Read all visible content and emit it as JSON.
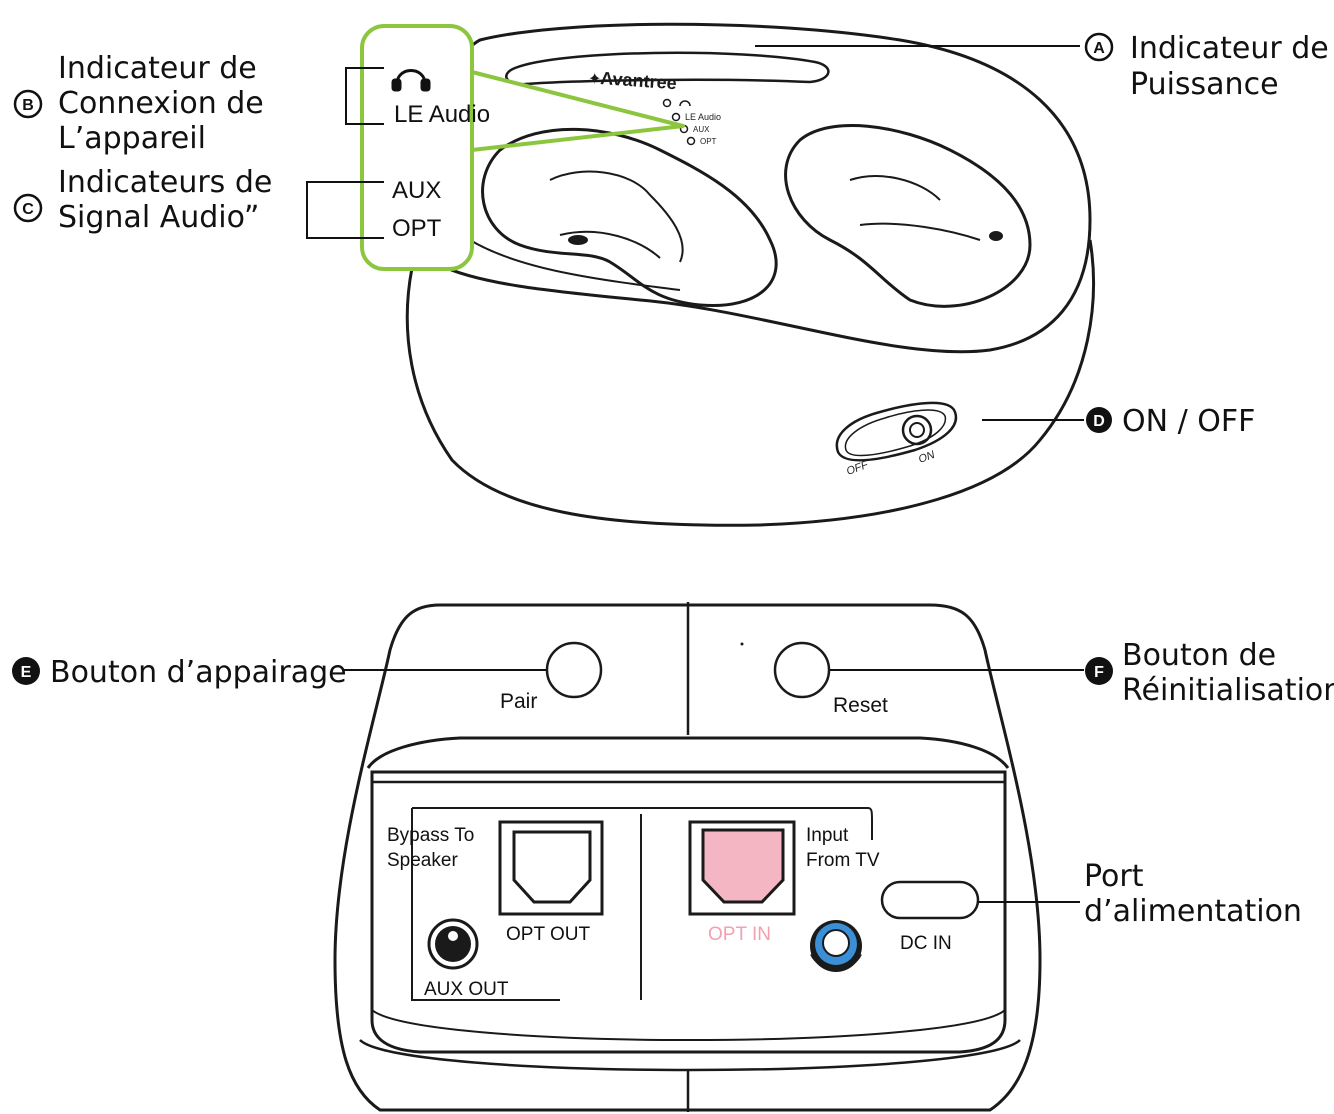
{
  "brand": "Avantree",
  "accent_color": "#8cc63f",
  "opt_in_color": "#f4b6c2",
  "jack_ring_color": "#3a8fd6",
  "callouts": {
    "a": {
      "badge": "A",
      "line1": "Indicateur de",
      "line2": "Puissance"
    },
    "b": {
      "badge": "B",
      "line1": "Indicateur de",
      "line2": "Connexion de",
      "line3": "L’appareil"
    },
    "c": {
      "badge": "C",
      "line1": "Indicateurs de",
      "line2": "Signal Audio”"
    },
    "d": {
      "badge": "D",
      "line1": "ON / OFF"
    },
    "e": {
      "badge": "E",
      "line1": "Bouton d’appairage"
    },
    "f": {
      "badge": "F",
      "line1": "Bouton de",
      "line2": "Réinitialisation"
    },
    "g": {
      "line1": "Port",
      "line2": "d’alimentation"
    }
  },
  "indicator_panel": {
    "headphone_icon": "headphone-icon",
    "le_audio": "LE Audio",
    "aux": "AUX",
    "opt": "OPT"
  },
  "device_top": {
    "led_labels": [
      "LE Audio",
      "AUX",
      "OPT"
    ],
    "switch_off": "OFF",
    "switch_on": "ON"
  },
  "device_back": {
    "pair": "Pair",
    "reset": "Reset",
    "bypass_line1": "Bypass To",
    "bypass_line2": "Speaker",
    "opt_out": "OPT OUT",
    "aux_out": "AUX OUT",
    "input_line1": "Input",
    "input_line2": "From TV",
    "opt_in": "OPT IN",
    "dc_in": "DC IN"
  }
}
